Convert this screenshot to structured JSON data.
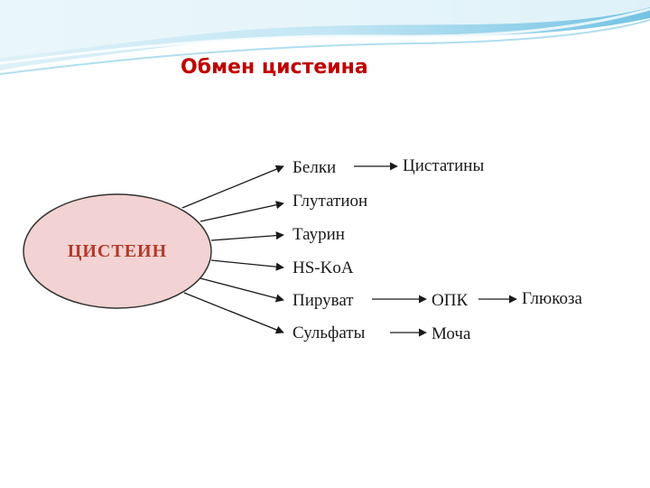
{
  "title": "Обмен цистеина",
  "diagram": {
    "center": "ЦИСТЕИН",
    "products": [
      {
        "label": "Белки",
        "next": [
          "Цистатины"
        ]
      },
      {
        "label": "Глутатион",
        "next": []
      },
      {
        "label": "Таурин",
        "next": []
      },
      {
        "label": "HS-KoA",
        "next": []
      },
      {
        "label": "Пируват",
        "next": [
          "ОПК",
          "Глюкоза"
        ]
      },
      {
        "label": "Сульфаты",
        "next": [
          "Моча"
        ]
      }
    ]
  },
  "colors": {
    "title": "#c00000",
    "ellipse_fill": "#f2d2d2",
    "ellipse_stroke": "#333333",
    "center_text": "#b23a2a",
    "banner": "#5bb8de"
  }
}
